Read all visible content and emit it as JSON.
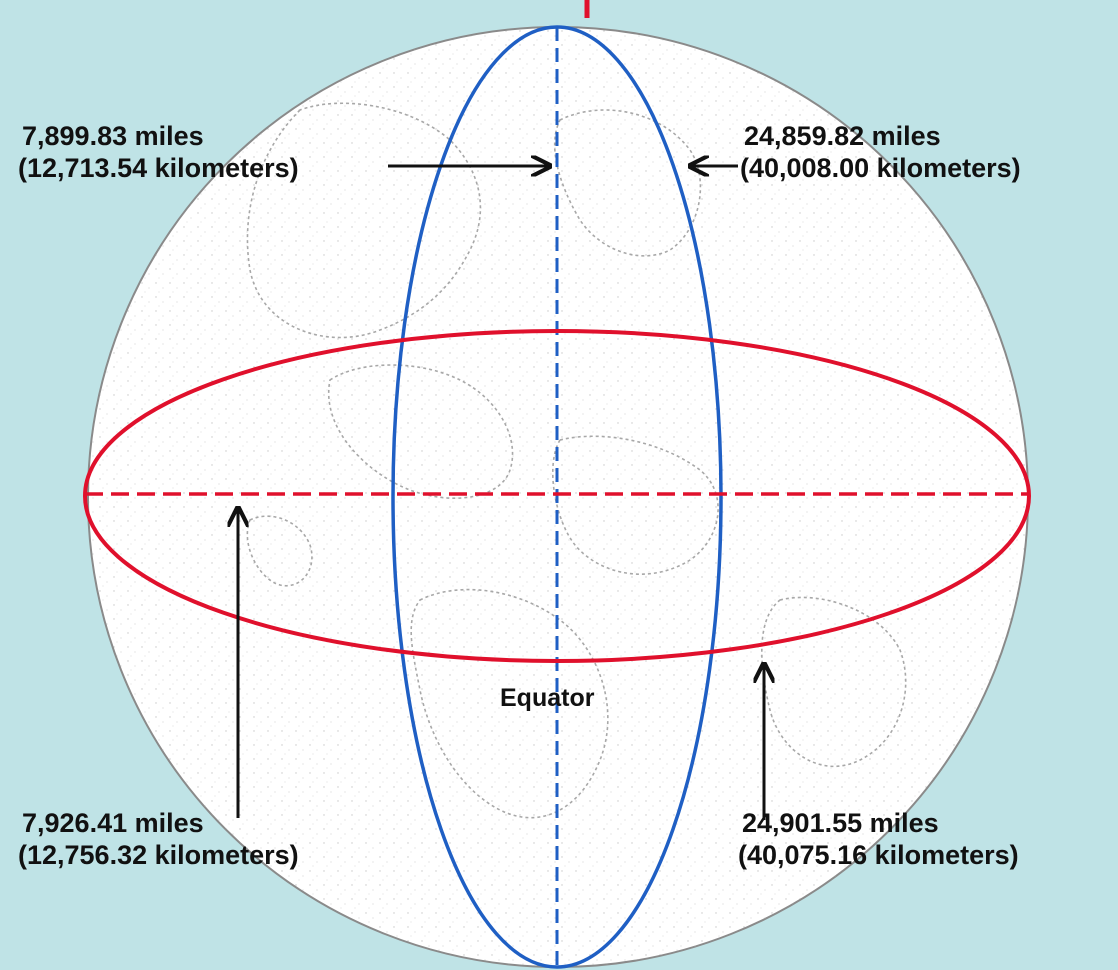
{
  "diagram": {
    "colors": {
      "background": "#bfe3e6",
      "globe_fill": "#ffffff",
      "globe_outline": "#8a8a8a",
      "meridian": "#1f5fc4",
      "equator": "#e0102c",
      "text": "#111111"
    },
    "labels": {
      "polar_diameter": {
        "miles": "7,899.83 miles",
        "km": "(12,713.54 kilometers)"
      },
      "meridional_circumference": {
        "miles": "24,859.82 miles",
        "km": "(40,008.00 kilometers)"
      },
      "equatorial_diameter": {
        "miles": "7,926.41 miles",
        "km": "(12,756.32 kilometers)"
      },
      "equatorial_circumference": {
        "miles": "24,901.55 miles",
        "km": "(40,075.16 kilometers)"
      },
      "equator": "Equator"
    }
  }
}
